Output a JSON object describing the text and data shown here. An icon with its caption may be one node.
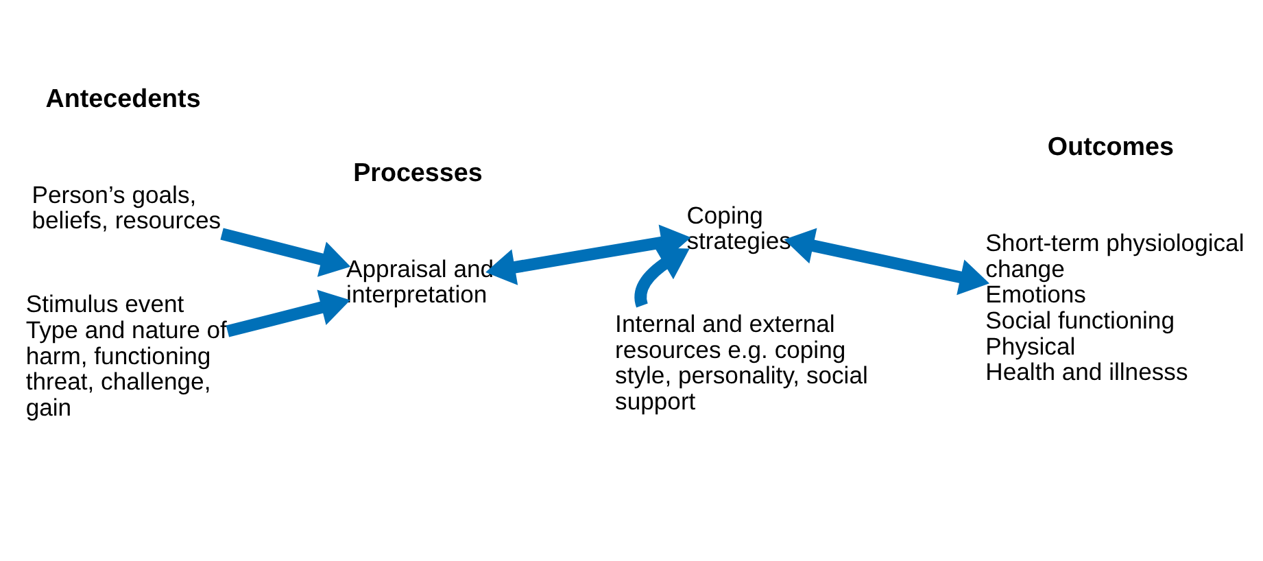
{
  "diagram": {
    "nodes": [
      {
        "text": [
          "Person’s goals, beliefs, resources"
        ]
      },
      {
        "text": [
          "Stimulus event",
          "Type and nature of harm, functioning threat, challenge, gain"
        ]
      },
      {
        "text": [
          "Appraisal and interpretation"
        ]
      },
      {
        "text": [
          "Coping strategies"
        ]
      },
      {
        "text": [
          "Internal and external resources e.g. coping style, personality, social support"
        ]
      },
      {
        "text": [
          "Short-term physiological change",
          "Emotions",
          "Social functioning",
          "Physical",
          "Health and illnesss"
        ]
      }
    ],
    "edges": [
      {
        "from": 0,
        "to": 2,
        "arrow": "to"
      },
      {
        "from": 1,
        "to": 2,
        "arrow": "to"
      },
      {
        "from": 2,
        "to": 3,
        "arrow": "both"
      },
      {
        "from": 3,
        "to": 5,
        "arrow": "both"
      },
      {
        "from": 4,
        "to": 3,
        "arrow": "to"
      }
    ],
    "labels": [
      "Antecedents",
      "Processes",
      "Outcomes"
    ]
  }
}
